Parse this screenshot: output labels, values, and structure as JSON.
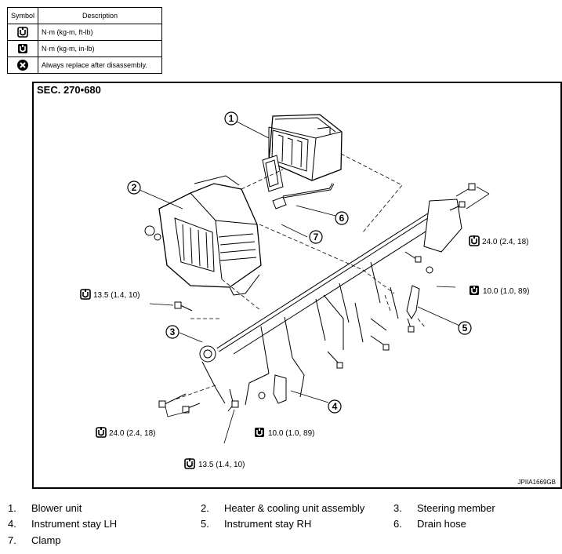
{
  "legend": {
    "header_symbol": "Symbol",
    "header_description": "Description",
    "rows": [
      {
        "icon": "torque-ftlb-icon",
        "description": "N·m (kg-m, ft-lb)"
      },
      {
        "icon": "torque-inlb-icon",
        "description": "N·m (kg-m, in-lb)"
      },
      {
        "icon": "always-replace-icon",
        "description": "Always replace after disassembly."
      }
    ]
  },
  "diagram": {
    "section": "SEC. 270•680",
    "figure_id": "JPIIA1669GB",
    "callouts": [
      "1",
      "2",
      "3",
      "4",
      "5",
      "6",
      "7"
    ],
    "torques": {
      "upper_right": "24.0 (2.4, 18)",
      "right": "10.0 (1.0, 89)",
      "left": "13.5 (1.4, 10)",
      "lower_left": "24.0 (2.4, 18)",
      "lower_middle": "10.0 (1.0, 89)",
      "bottom": "13.5 (1.4, 10)"
    }
  },
  "parts": [
    {
      "num": "1.",
      "name": "Blower unit"
    },
    {
      "num": "2.",
      "name": "Heater & cooling unit assembly"
    },
    {
      "num": "3.",
      "name": "Steering member"
    },
    {
      "num": "4.",
      "name": "Instrument stay LH"
    },
    {
      "num": "5.",
      "name": "Instrument stay RH"
    },
    {
      "num": "6.",
      "name": "Drain hose"
    },
    {
      "num": "7.",
      "name": "Clamp"
    }
  ]
}
